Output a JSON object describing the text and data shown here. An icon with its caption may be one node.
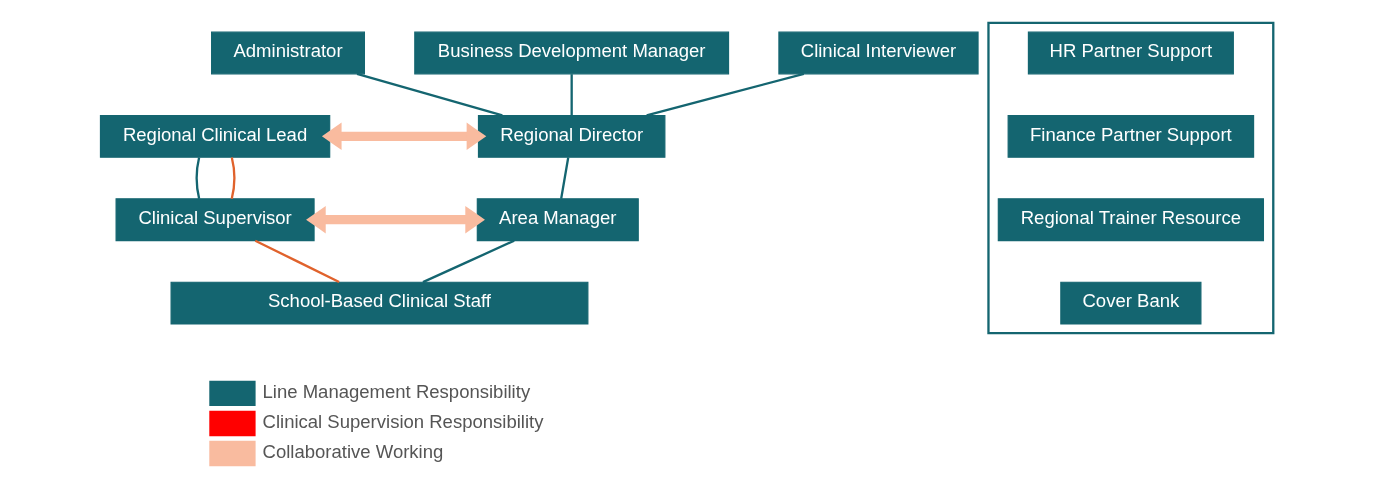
{
  "diagram": {
    "nodes": [
      {
        "text": [
          "Regional Director"
        ]
      },
      {
        "text": [
          "Regional Clinical Lead"
        ]
      },
      {
        "text": [
          "Area Manager"
        ]
      },
      {
        "text": [
          "Clinical Supervisor"
        ]
      },
      {
        "text": [
          "Administrator"
        ]
      },
      {
        "text": [
          "Business Development Manager"
        ]
      },
      {
        "text": [
          "Clinical Interviewer"
        ]
      },
      {
        "text": [
          "School-Based Clinical Staff"
        ]
      },
      {
        "text": [],
        "shape": "box"
      },
      {
        "text": [
          "HR Partner Support"
        ],
        "in": 8
      },
      {
        "text": [
          "Finance Partner Support"
        ],
        "in": 8
      },
      {
        "text": [
          "Regional Trainer Resource"
        ],
        "in": 8
      },
      {
        "text": [
          "Cover Bank"
        ],
        "in": 8
      }
    ],
    "edges": [
      {
        "from": 0,
        "to": 1,
        "arrow": "both",
        "style": "thick",
        "color": "#f9bb9f"
      },
      {
        "from": 2,
        "to": 3,
        "arrow": "both",
        "style": "thick",
        "color": "#f9bb9f"
      },
      {
        "from": 4,
        "to": 0,
        "arrow": "none"
      },
      {
        "from": 5,
        "to": 0,
        "arrow": "none"
      },
      {
        "from": 6,
        "to": 0,
        "arrow": "none"
      },
      {
        "from": 0,
        "to": 2,
        "arrow": "none"
      },
      {
        "from": 1,
        "to": 3,
        "arrow": "none"
      },
      {
        "from": 1,
        "to": 3,
        "arrow": "none",
        "color": "#e0622c"
      },
      {
        "from": 2,
        "to": 7,
        "arrow": "none"
      },
      {
        "from": 3,
        "to": 7,
        "arrow": "none",
        "color": "#e0622c"
      }
    ],
    "legend": [
      {
        "text": "Line Management Responsibility",
        "color": "#146570"
      },
      {
        "text": "Clinical Supervision Responsibility",
        "color": "#ff0000"
      },
      {
        "text": "Collaborative Working",
        "color": "#f9bb9f"
      }
    ]
  }
}
